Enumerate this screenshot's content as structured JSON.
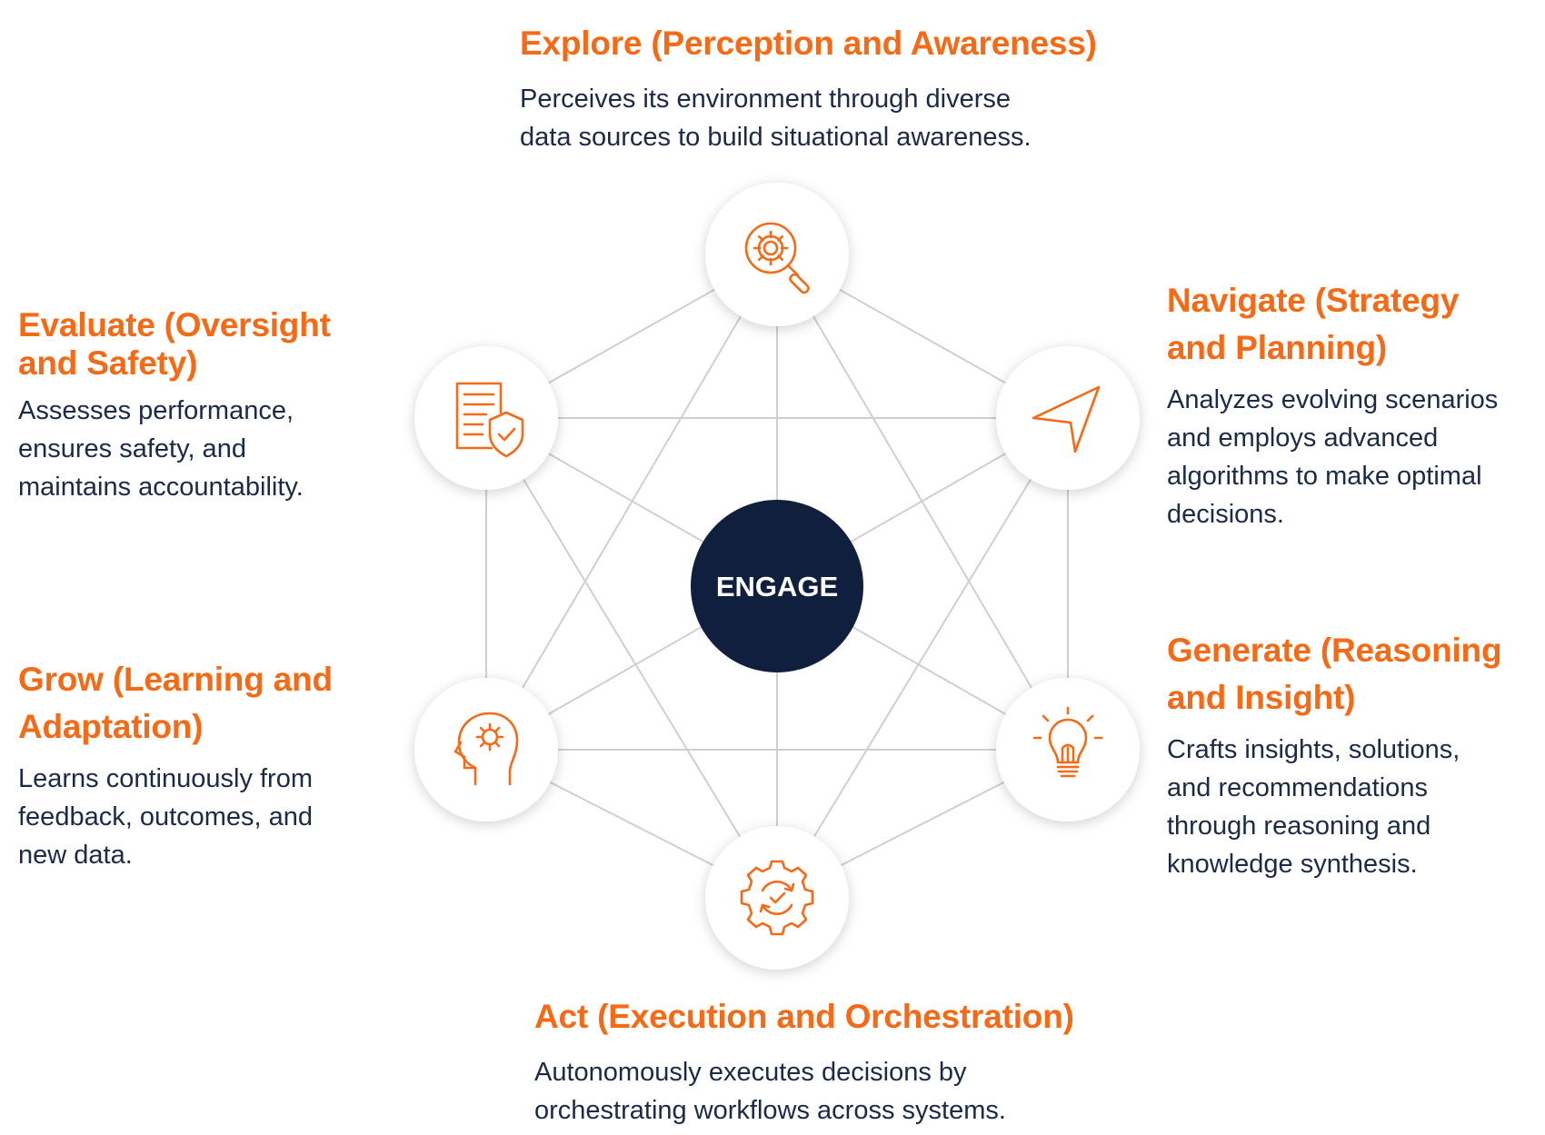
{
  "center": {
    "label": "ENGAGE"
  },
  "nodes": {
    "explore": {
      "title": "Explore (Perception and Awareness)",
      "desc": "Perceives its environment through diverse data sources to build situational awareness.",
      "icon": "gear-magnifier-icon"
    },
    "navigate": {
      "title": "Navigate (Strategy and Planning)",
      "desc": "Analyzes evolving scenarios and employs advanced algorithms to make optimal decisions.",
      "icon": "navigation-arrow-icon"
    },
    "generate": {
      "title": "Generate (Reasoning and Insight)",
      "desc": "Crafts insights, solutions, and recommendations through reasoning and knowledge synthesis.",
      "icon": "lightbulb-icon"
    },
    "act": {
      "title": "Act (Execution and Orchestration)",
      "desc": "Autonomously executes decisions by orchestrating workflows across systems.",
      "icon": "gear-cycle-check-icon"
    },
    "grow": {
      "title": "Grow (Learning and Adaptation)",
      "desc": "Learns continuously from feedback, outcomes, and new data.",
      "icon": "head-gear-icon"
    },
    "evaluate": {
      "title": "Evaluate (Oversight and Safety)",
      "desc": "Assesses performance, ensures safety, and maintains accountability.",
      "icon": "document-shield-icon"
    }
  },
  "colors": {
    "accent": "#f46a16",
    "center_fill": "#0f1f3d",
    "text": "#1b2a47",
    "connector": "#cfcfcf"
  }
}
